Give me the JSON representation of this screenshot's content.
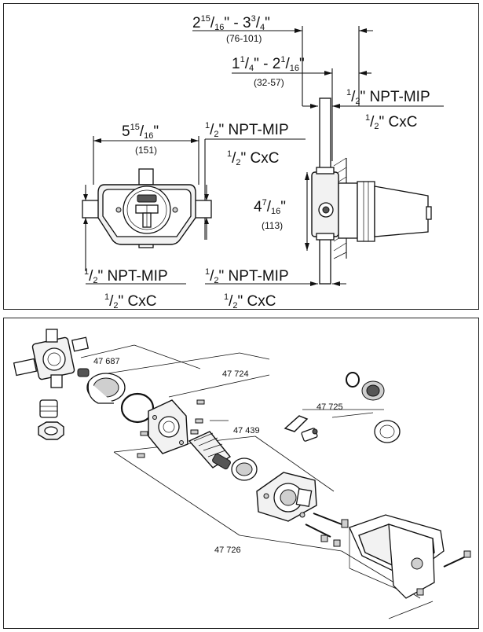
{
  "dimensions": {
    "width_inner_outer": {
      "whole_a": "2",
      "num_a": "15",
      "den_a": "16",
      "sep": "\" - 3",
      "num_b": "3",
      "den_b": "4",
      "close": "\"",
      "mm": "(76-101)"
    },
    "width_flush": {
      "whole_a": "1",
      "num_a": "1",
      "den_a": "4",
      "sep": "\" - 2",
      "num_b": "1",
      "den_b": "16",
      "close": "\"",
      "mm": "(32-57)"
    },
    "body_width": {
      "whole": "5",
      "num": "15",
      "den": "16",
      "close": "\"",
      "mm": "(151)"
    },
    "body_height": {
      "whole": "4",
      "num": "7",
      "den": "16",
      "close": "\"",
      "mm": "(113)"
    },
    "connections": {
      "top_right": {
        "num": "1",
        "den": "2",
        "npt": "\" NPT-MIP",
        "cxc": "\" CxC"
      },
      "mid_center": {
        "num": "1",
        "den": "2",
        "npt": "\" NPT-MIP",
        "cxc": "\" CxC"
      },
      "bottom_left": {
        "num": "1",
        "den": "2",
        "npt": "\" NPT-MIP",
        "cxc": "\" CxC"
      },
      "bottom_center": {
        "num": "1",
        "den": "2",
        "npt": "\" NPT-MIP",
        "cxc": "\" CxC"
      }
    }
  },
  "parts": {
    "p47687": "47 687",
    "p47724": "47 724",
    "p47439": "47 439",
    "p47725": "47 725",
    "p47726": "47 726"
  }
}
